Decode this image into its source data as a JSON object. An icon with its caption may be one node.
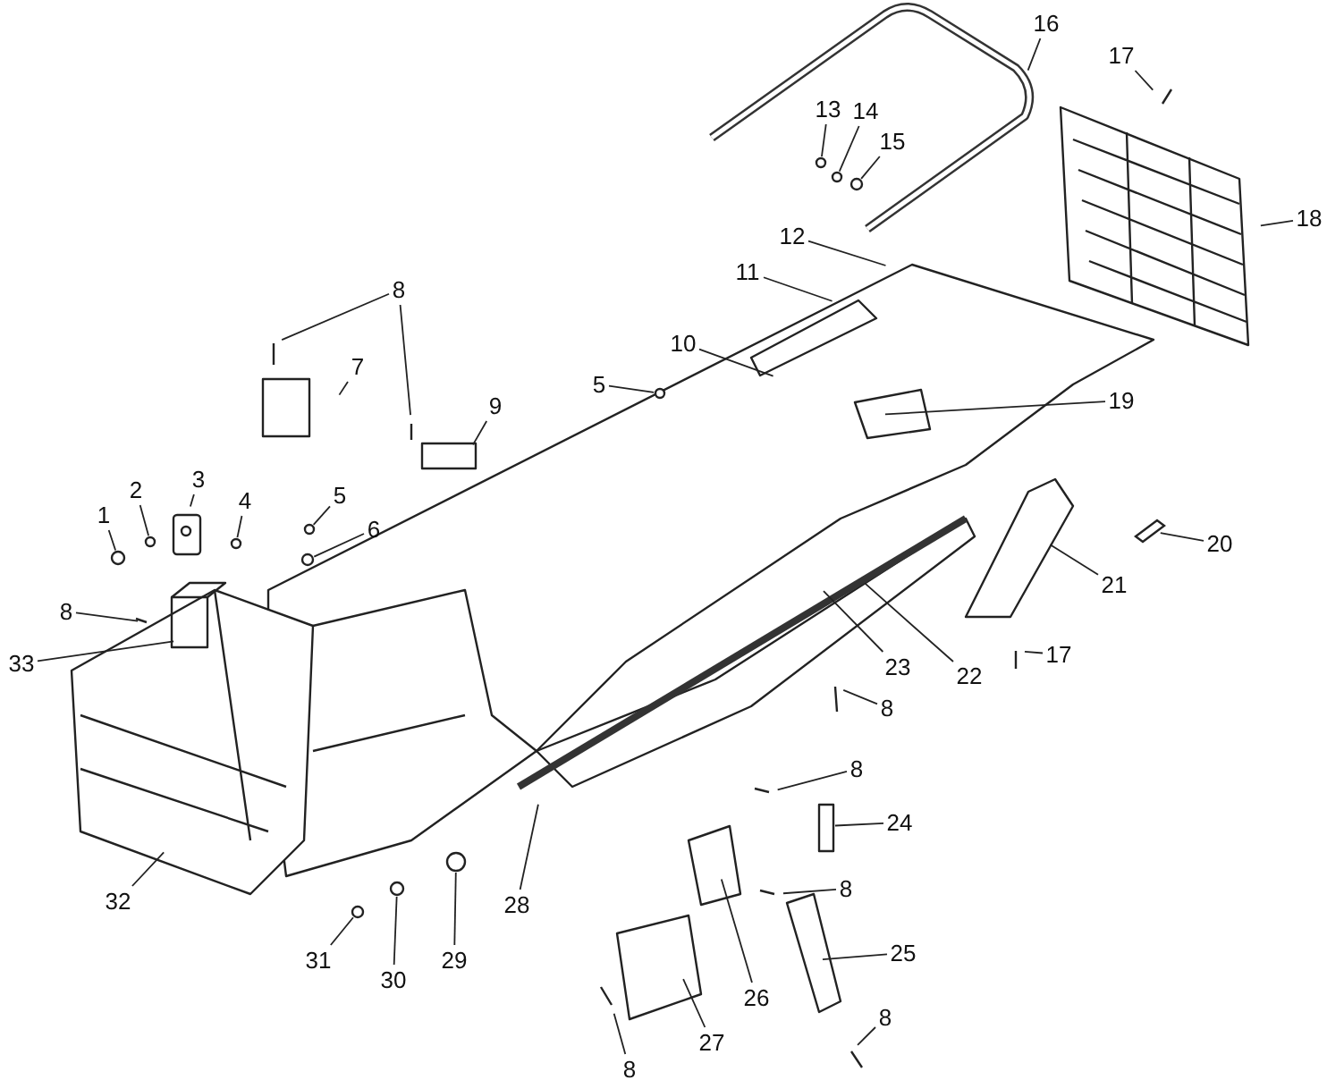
{
  "diagram": {
    "nodes": [
      {
        "text": [
          "16"
        ]
      },
      {
        "text": [
          "17"
        ]
      },
      {
        "text": [
          "13"
        ]
      },
      {
        "text": [
          "14"
        ]
      },
      {
        "text": [
          "15"
        ]
      },
      {
        "text": [
          "18"
        ]
      },
      {
        "text": [
          "12"
        ]
      },
      {
        "text": [
          "11"
        ]
      },
      {
        "text": [
          "8"
        ]
      },
      {
        "text": [
          "7"
        ]
      },
      {
        "text": [
          "10"
        ]
      },
      {
        "text": [
          "9"
        ]
      },
      {
        "text": [
          "5"
        ]
      },
      {
        "text": [
          "19"
        ]
      },
      {
        "text": [
          "1"
        ]
      },
      {
        "text": [
          "2"
        ]
      },
      {
        "text": [
          "3"
        ]
      },
      {
        "text": [
          "4"
        ]
      },
      {
        "text": [
          "5"
        ]
      },
      {
        "text": [
          "6"
        ]
      },
      {
        "text": [
          "20"
        ]
      },
      {
        "text": [
          "21"
        ]
      },
      {
        "text": [
          "8"
        ]
      },
      {
        "text": [
          "33"
        ]
      },
      {
        "text": [
          "23"
        ]
      },
      {
        "text": [
          "22"
        ]
      },
      {
        "text": [
          "8"
        ]
      },
      {
        "text": [
          "17"
        ]
      },
      {
        "text": [
          "8"
        ]
      },
      {
        "text": [
          "24"
        ]
      },
      {
        "text": [
          "8"
        ]
      },
      {
        "text": [
          "32"
        ]
      },
      {
        "text": [
          "31"
        ]
      },
      {
        "text": [
          "30"
        ]
      },
      {
        "text": [
          "29"
        ]
      },
      {
        "text": [
          "28"
        ]
      },
      {
        "text": [
          "26"
        ]
      },
      {
        "text": [
          "25"
        ]
      },
      {
        "text": [
          "27"
        ]
      },
      {
        "text": [
          "8"
        ]
      },
      {
        "text": [
          "8"
        ]
      },
      {
        "text": [],
        "shape": "circle"
      },
      {
        "text": [],
        "shape": "circle"
      },
      {
        "text": [],
        "shape": "circle"
      },
      {
        "text": [],
        "shape": "circle"
      },
      {
        "text": [],
        "shape": "circle"
      },
      {
        "text": [],
        "shape": "circle"
      },
      {
        "text": [],
        "shape": "circle"
      },
      {
        "text": [],
        "shape": "circle"
      },
      {
        "text": [],
        "shape": "circle"
      },
      {
        "text": [],
        "shape": "bar"
      },
      {
        "text": [],
        "shape": "circle"
      },
      {
        "text": [],
        "shape": "circle"
      },
      {
        "text": [],
        "shape": "circle"
      }
    ],
    "edges": [
      {
        "from": 0,
        "to": null,
        "arrow": "none"
      },
      {
        "from": 1,
        "to": null,
        "arrow": "none"
      },
      {
        "from": 2,
        "to": 41,
        "arrow": "none"
      },
      {
        "from": 3,
        "to": 42,
        "arrow": "none"
      },
      {
        "from": 4,
        "to": 43,
        "arrow": "none"
      },
      {
        "from": 5,
        "to": null,
        "arrow": "none"
      },
      {
        "from": 6,
        "to": null,
        "arrow": "none"
      },
      {
        "from": 7,
        "to": null,
        "arrow": "none"
      },
      {
        "from": 8,
        "to": null,
        "arrow": "none"
      },
      {
        "from": 8,
        "to": null,
        "arrow": "none"
      },
      {
        "from": 9,
        "to": null,
        "arrow": "none"
      },
      {
        "from": 10,
        "to": null,
        "arrow": "none"
      },
      {
        "from": 11,
        "to": null,
        "arrow": "none"
      },
      {
        "from": 12,
        "to": 44,
        "arrow": "none"
      },
      {
        "from": 13,
        "to": null,
        "arrow": "none"
      },
      {
        "from": 14,
        "to": 45,
        "arrow": "none"
      },
      {
        "from": 15,
        "to": 46,
        "arrow": "none"
      },
      {
        "from": 16,
        "to": null,
        "arrow": "none"
      },
      {
        "from": 17,
        "to": 47,
        "arrow": "none"
      },
      {
        "from": 18,
        "to": 48,
        "arrow": "none"
      },
      {
        "from": 19,
        "to": 49,
        "arrow": "none"
      },
      {
        "from": 20,
        "to": 50,
        "arrow": "none"
      },
      {
        "from": 21,
        "to": null,
        "arrow": "none"
      },
      {
        "from": 22,
        "to": null,
        "arrow": "none"
      },
      {
        "from": 23,
        "to": null,
        "arrow": "none"
      },
      {
        "from": 24,
        "to": null,
        "arrow": "none"
      },
      {
        "from": 25,
        "to": null,
        "arrow": "none"
      },
      {
        "from": 26,
        "to": null,
        "arrow": "none"
      },
      {
        "from": 27,
        "to": null,
        "arrow": "none"
      },
      {
        "from": 28,
        "to": null,
        "arrow": "none"
      },
      {
        "from": 29,
        "to": null,
        "arrow": "none"
      },
      {
        "from": 30,
        "to": null,
        "arrow": "none"
      },
      {
        "from": 31,
        "to": null,
        "arrow": "none"
      },
      {
        "from": 32,
        "to": 51,
        "arrow": "none"
      },
      {
        "from": 33,
        "to": 52,
        "arrow": "none"
      },
      {
        "from": 34,
        "to": 53,
        "arrow": "none"
      },
      {
        "from": 35,
        "to": null,
        "arrow": "none"
      },
      {
        "from": 36,
        "to": null,
        "arrow": "none"
      },
      {
        "from": 37,
        "to": null,
        "arrow": "none"
      },
      {
        "from": 38,
        "to": null,
        "arrow": "none"
      },
      {
        "from": 39,
        "to": null,
        "arrow": "none"
      },
      {
        "from": 40,
        "to": null,
        "arrow": "none"
      }
    ]
  }
}
